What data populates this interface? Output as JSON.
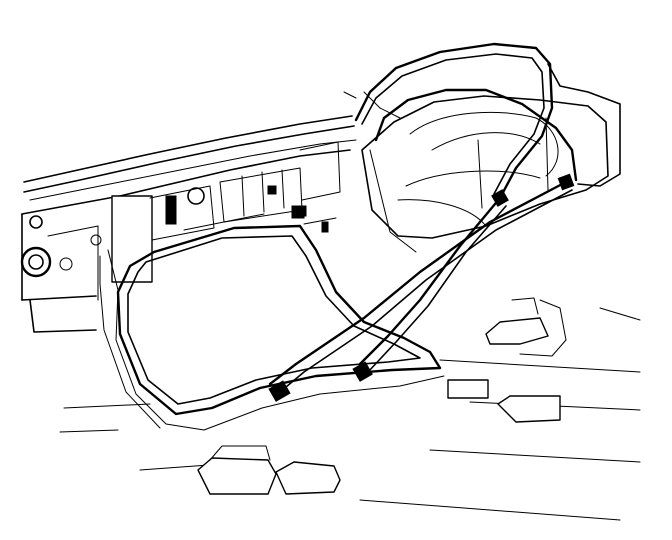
{
  "diagram": {
    "kind": "line-art-illustration",
    "subject_parts": [
      "instrument-panel",
      "windshield-opening",
      "rear-seat",
      "roll-hoop",
      "harness-straps",
      "floor-anchors"
    ],
    "colors": {
      "ink": "#000000",
      "paper": "#ffffff"
    }
  }
}
